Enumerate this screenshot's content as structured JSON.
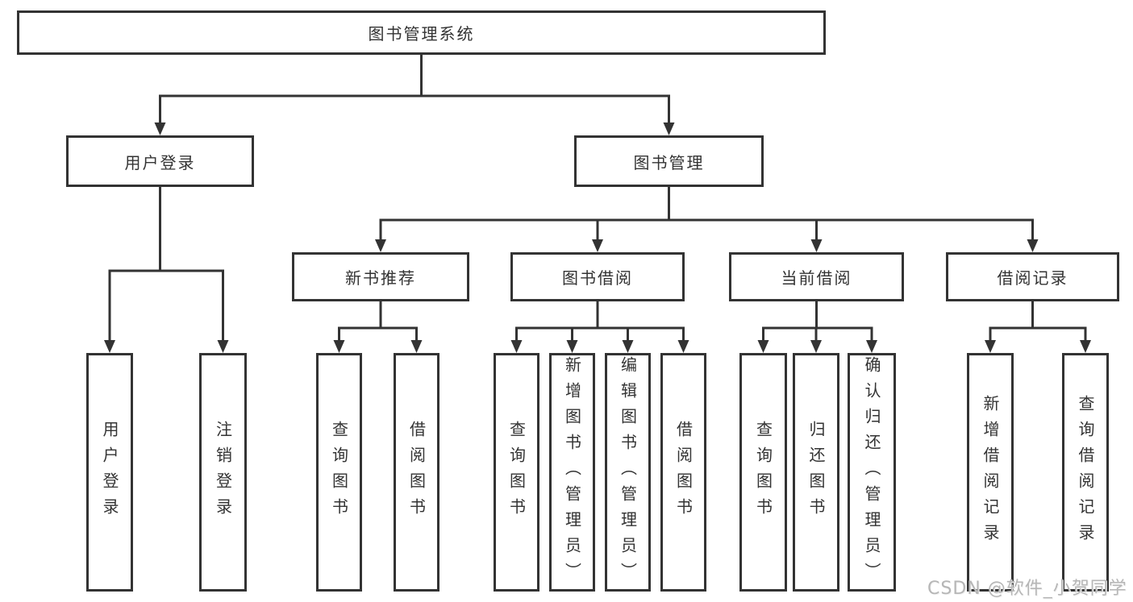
{
  "diagram": {
    "root": {
      "label": "图书管理系统"
    },
    "level2": [
      {
        "label": "用户登录",
        "children": [
          {
            "label": "用户登录"
          },
          {
            "label": "注销登录"
          }
        ]
      },
      {
        "label": "图书管理",
        "children": [
          {
            "label": "新书推荐",
            "children": [
              {
                "label": "查询图书"
              },
              {
                "label": "借阅图书"
              }
            ]
          },
          {
            "label": "图书借阅",
            "children": [
              {
                "label": "查询图书"
              },
              {
                "label": "新增图书（管理员）"
              },
              {
                "label": "编辑图书（管理员）"
              },
              {
                "label": "借阅图书"
              }
            ]
          },
          {
            "label": "当前借阅",
            "children": [
              {
                "label": "查询图书"
              },
              {
                "label": "归还图书"
              },
              {
                "label": "确认归还（管理员）"
              }
            ]
          },
          {
            "label": "借阅记录",
            "children": [
              {
                "label": "新增借阅记录"
              },
              {
                "label": "查询借阅记录"
              }
            ]
          }
        ]
      }
    ]
  },
  "watermark": {
    "text": "CSDN @软件_小贺同学"
  },
  "colors": {
    "line": "#333333",
    "text": "#333333",
    "background": "#ffffff",
    "watermark": "#b6b6b6"
  }
}
